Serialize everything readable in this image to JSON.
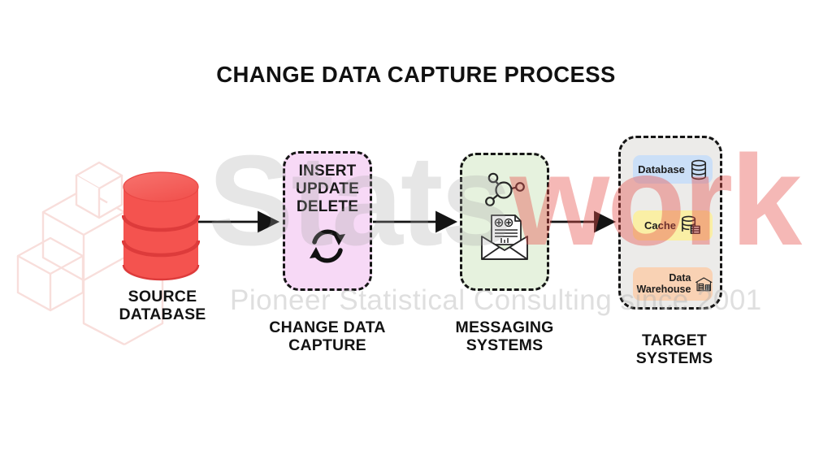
{
  "title": "CHANGE DATA CAPTURE PROCESS",
  "source": {
    "icon": "database-cylinder-icon",
    "label_line1": "SOURCE",
    "label_line2": "DATABASE"
  },
  "cdc": {
    "operations": [
      "INSERT",
      "UPDATE",
      "DELETE"
    ],
    "icon": "sync-icon",
    "label_line1": "CHANGE DATA",
    "label_line2": "CAPTURE"
  },
  "messaging": {
    "icons": [
      "molecule-icon",
      "envelope-document-icon"
    ],
    "label_line1": "MESSAGING",
    "label_line2": "SYSTEMS"
  },
  "target": {
    "label_line1": "TARGET",
    "label_line2": "SYSTEMS",
    "items": [
      {
        "label": "Database",
        "icon": "database-icon"
      },
      {
        "label": "Cache",
        "icon": "cache-icon"
      },
      {
        "label": "Data Warehouse",
        "icon": "warehouse-icon"
      }
    ]
  },
  "watermark": {
    "brand_gray": "Stats",
    "brand_red": "work",
    "tagline": "Pioneer Statistical Consulting since 2001"
  },
  "colors": {
    "title_text": "#111111",
    "cdc_box": "#F7D9F6",
    "messaging_box": "#E6F2DE",
    "target_box": "#ECEBE9",
    "database_chip": "#CBDFF7",
    "cache_chip": "#FAEFA5",
    "warehouse_chip": "#F9D2B4",
    "source_cylinder": "#F4534F",
    "cylinder_edge": "#DD3B3B",
    "arrow": "#141414",
    "watermark_gray": "rgba(165,165,165,0.28)",
    "watermark_red": "rgba(231,78,72,0.40)",
    "watermark_tagline": "rgba(175,175,175,0.40)",
    "watermark_cube": "#F8DEDB"
  }
}
